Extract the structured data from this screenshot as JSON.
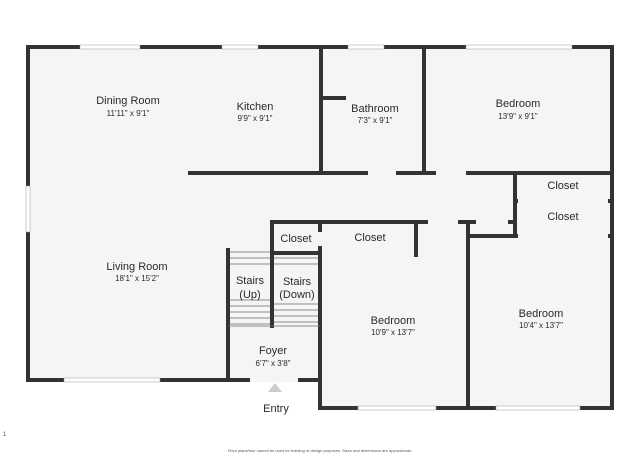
{
  "rooms": {
    "dining_room": {
      "name": "Dining Room",
      "dims": "11'11\" x 9'1\""
    },
    "kitchen": {
      "name": "Kitchen",
      "dims": "9'9\" x 9'1\""
    },
    "bathroom": {
      "name": "Bathroom",
      "dims": "7'3\" x 9'1\""
    },
    "bedroom_top": {
      "name": "Bedroom",
      "dims": "13'9\" x 9'1\""
    },
    "living_room": {
      "name": "Living Room",
      "dims": "18'1\" x 15'2\""
    },
    "closet_right_1": {
      "name": "Closet"
    },
    "closet_right_2": {
      "name": "Closet"
    },
    "closet_small": {
      "name": "Closet"
    },
    "closet_mid": {
      "name": "Closet"
    },
    "stairs_up": {
      "line1": "Stairs",
      "line2": "(Up)"
    },
    "stairs_down": {
      "line1": "Stairs",
      "line2": "(Down)"
    },
    "bedroom_mid": {
      "name": "Bedroom",
      "dims": "10'9\" x 13'7\""
    },
    "bedroom_right": {
      "name": "Bedroom",
      "dims": "10'4\" x 13'7\""
    },
    "foyer": {
      "name": "Foyer",
      "dims": "6'7\" x 3'8\""
    }
  },
  "entry_label": "Entry",
  "disclaimer": "Floor plans/tour cannot be used for building or design purposes. Sizes and dimensions are approximate.",
  "page_number": "1",
  "colors": {
    "wall": "#333333",
    "floor": "#f5f5f5",
    "window": "#ffffff",
    "arrow": "#cccccc"
  }
}
